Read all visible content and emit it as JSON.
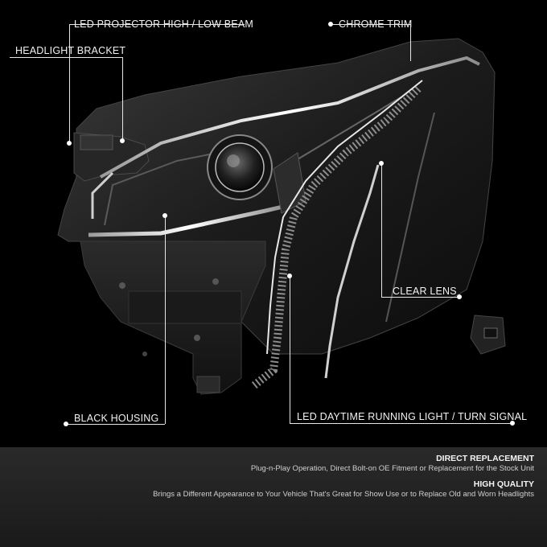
{
  "callouts": {
    "projector": "LED PROJECTOR HIGH / LOW BEAM",
    "chrome_trim": "CHROME TRIM",
    "bracket": "HEADLIGHT BRACKET",
    "clear_lens": "CLEAR LENS",
    "black_housing": "BLACK HOUSING",
    "drl": "LED DAYTIME RUNNING LIGHT / TURN SIGNAL"
  },
  "features": [
    {
      "title": "DIRECT REPLACEMENT",
      "text": "Plug-n-Play Operation, Direct Bolt-on OE Fitment or Replacement for the Stock Unit"
    },
    {
      "title": "HIGH QUALITY",
      "text": "Brings a Different Appearance to Your Vehicle That's Great for Show Use or to Replace Old and Worn Headlights"
    }
  ],
  "colors": {
    "background": "#000000",
    "panel": "#222222",
    "chrome": "#d8d8d8",
    "housing": "#1c1c1c"
  }
}
